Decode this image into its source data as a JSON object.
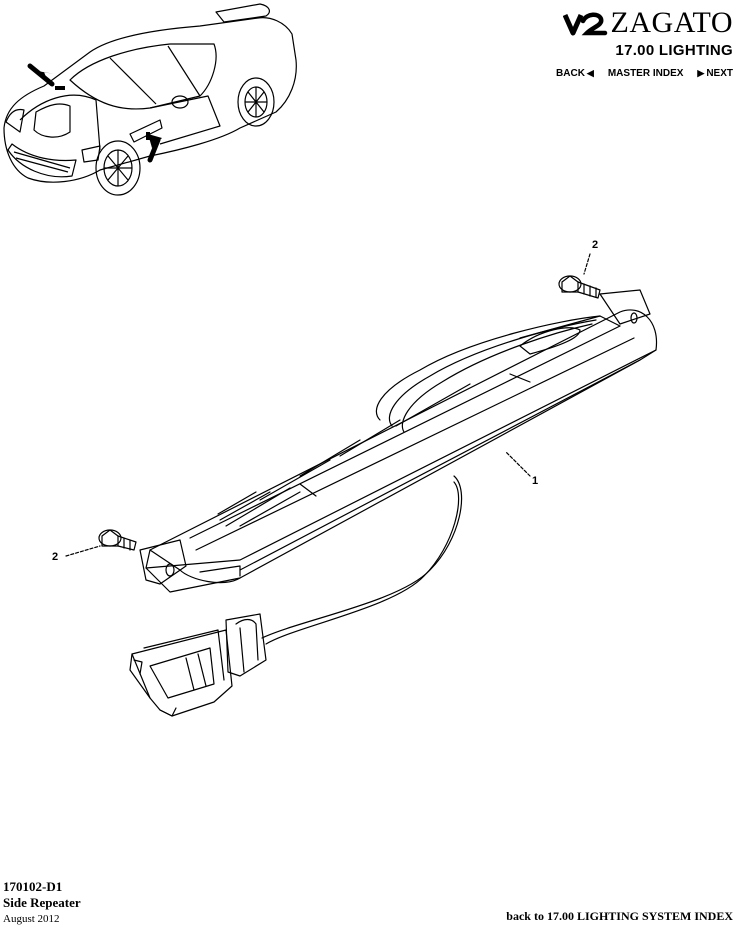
{
  "brand": {
    "logo_icon": "v12-logo-icon",
    "title": "ZAGATO"
  },
  "section": {
    "title": "17.00 LIGHTING"
  },
  "nav": {
    "back_label": "BACK",
    "master_index_label": "MASTER INDEX",
    "next_label": "NEXT"
  },
  "diagram": {
    "callouts": [
      "1",
      "2",
      "2"
    ]
  },
  "footer": {
    "part_code": "170102-D1",
    "part_name": "Side Repeater",
    "date": "August 2012",
    "back_link": "back to 17.00 LIGHTING SYSTEM INDEX"
  }
}
